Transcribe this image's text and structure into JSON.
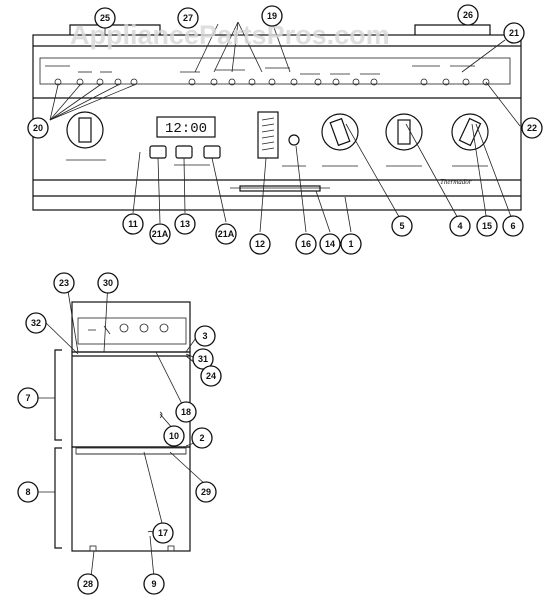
{
  "watermark": "AppliancePartsPros.com",
  "clock_display": "12:00",
  "brand_script": "Thermador",
  "callouts": {
    "top": [
      "25",
      "27",
      "19",
      "26",
      "21",
      "20",
      "22",
      "11",
      "21A",
      "13",
      "21A",
      "12",
      "16",
      "14",
      "1",
      "5",
      "4",
      "15",
      "6"
    ],
    "bottom": [
      "23",
      "30",
      "32",
      "3",
      "31",
      "24",
      "7",
      "18",
      "10",
      "2",
      "8",
      "29",
      "17",
      "28",
      "9"
    ]
  }
}
